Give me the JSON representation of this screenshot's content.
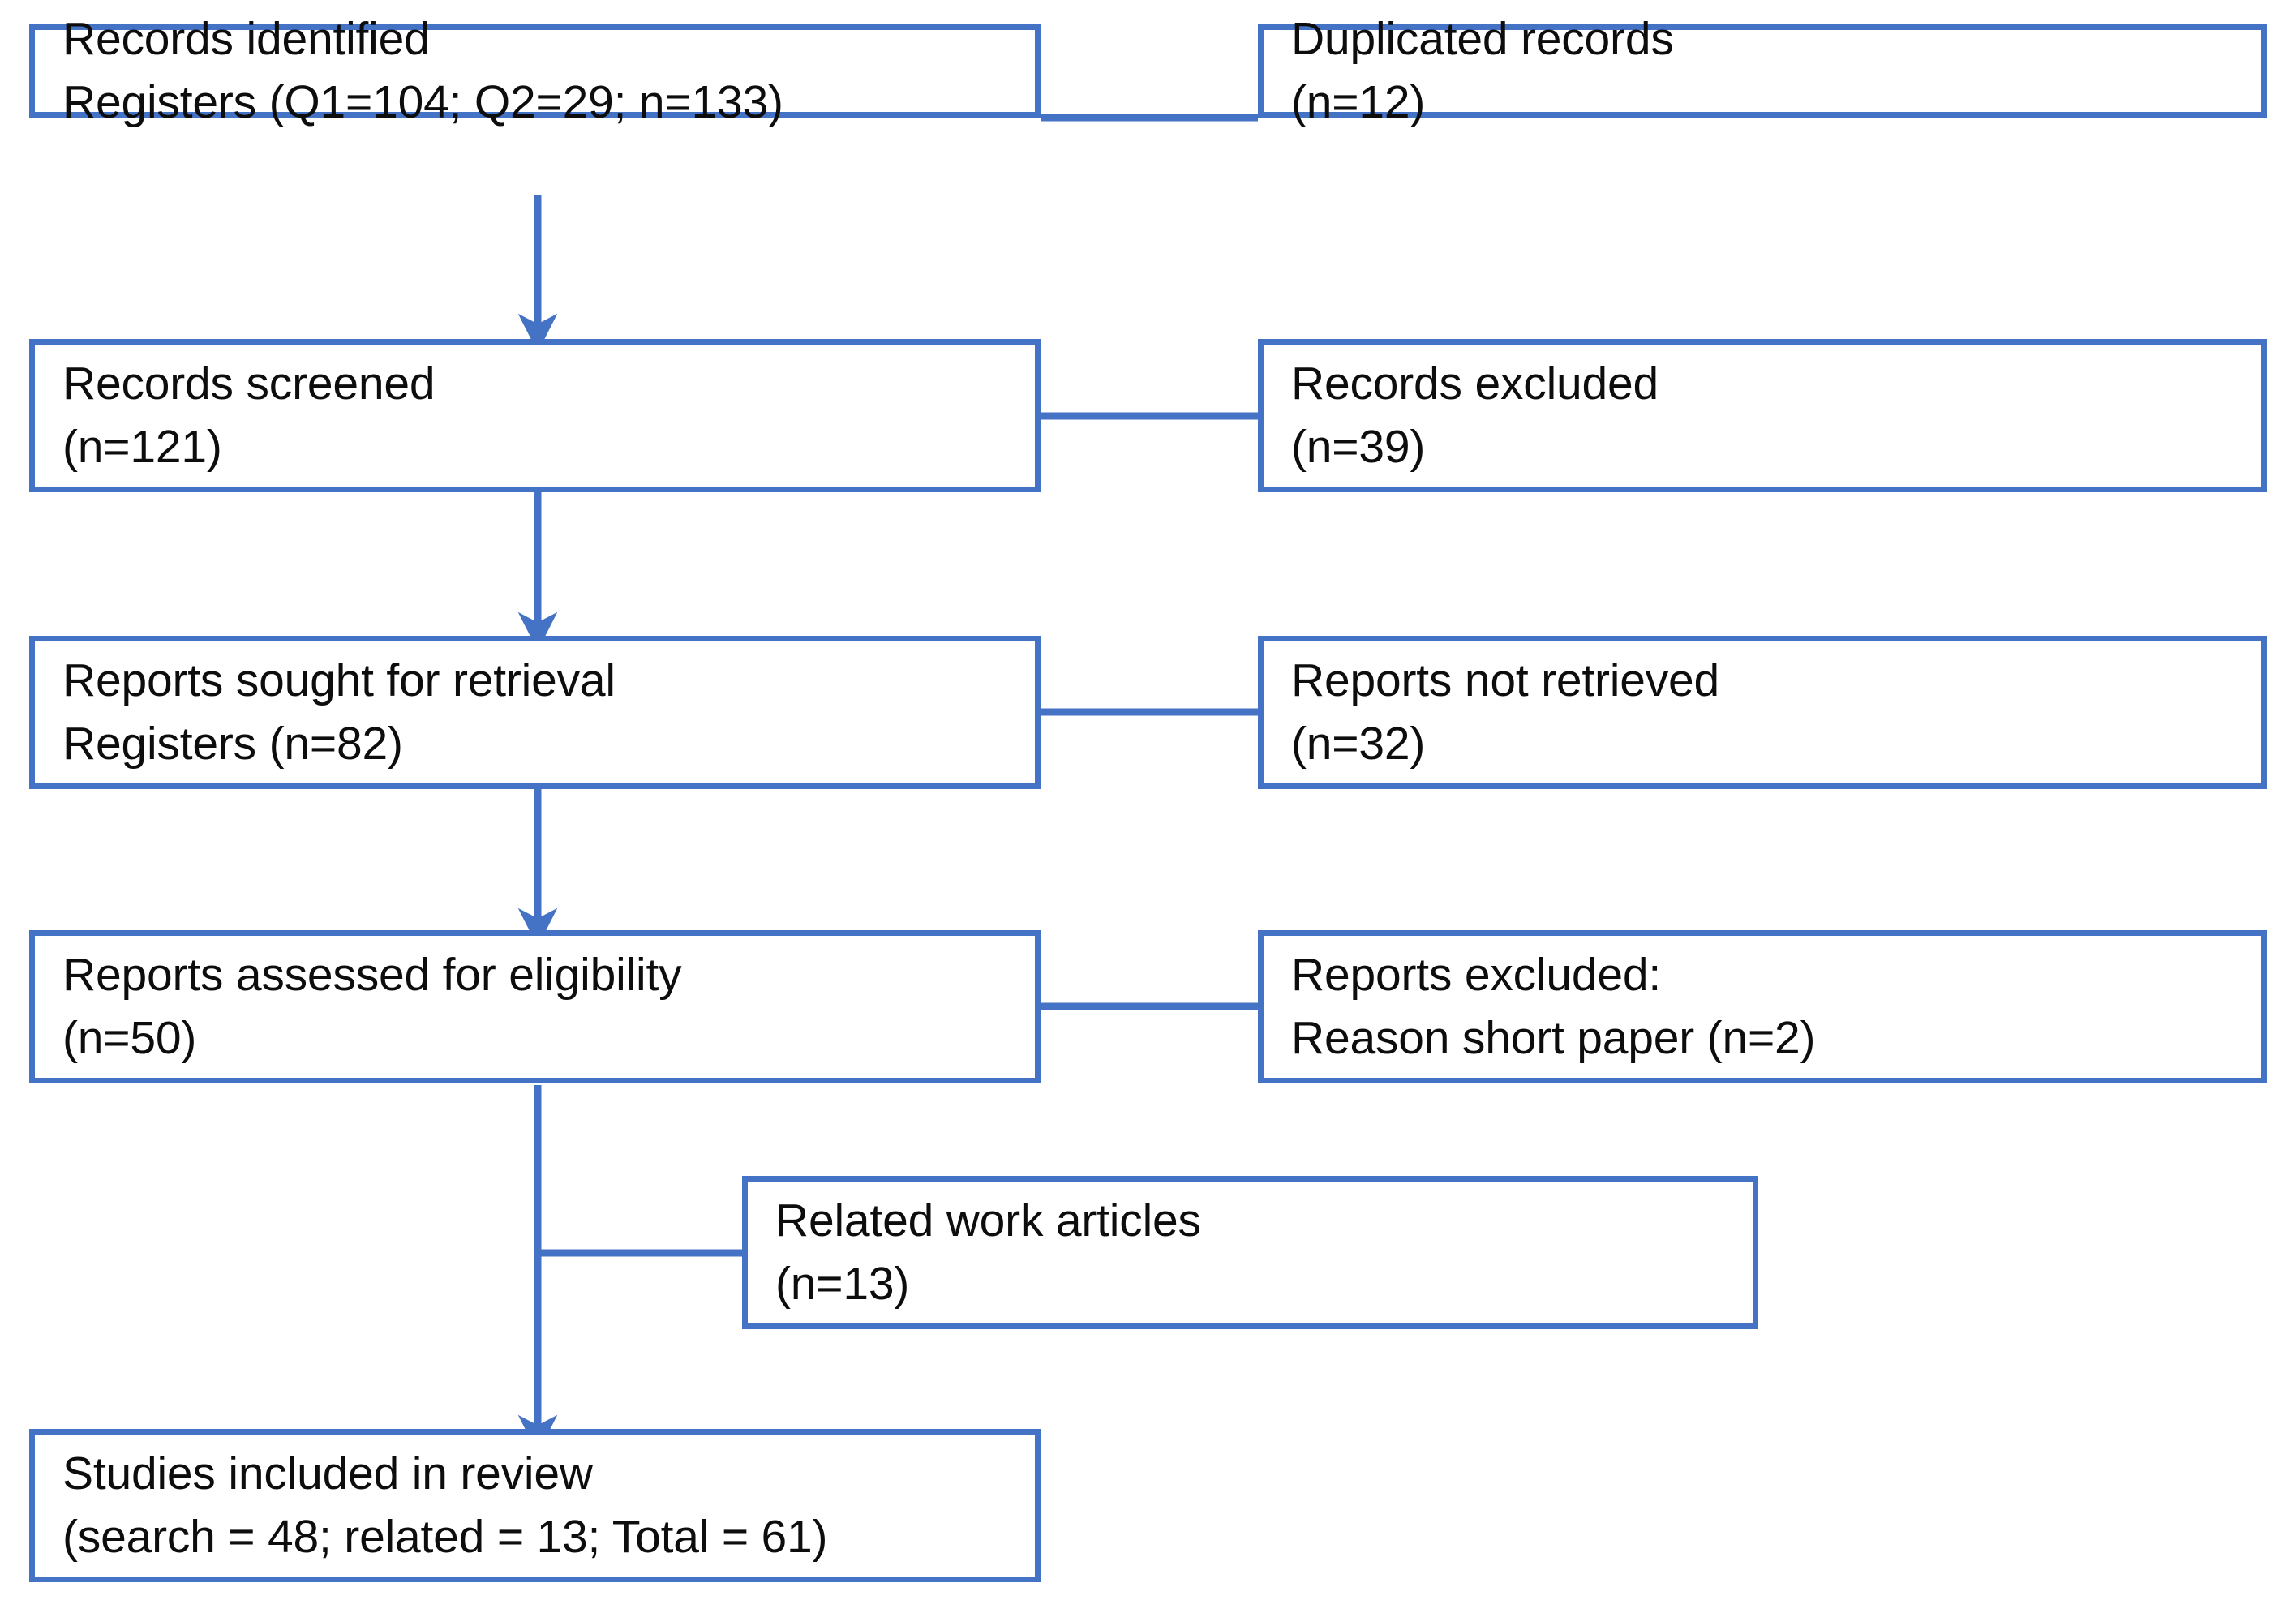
{
  "diagram": {
    "title": "PRISMA flow diagram",
    "accent_color": "#4472C4",
    "text_color": "#0D0D0D",
    "background_color": "#FFFFFF",
    "nodes": [
      {
        "id": "records-identified",
        "lines": [
          "Records identified",
          "Registers (Q1=104; Q2=29; n=133)"
        ]
      },
      {
        "id": "duplicated-records",
        "lines": [
          "Duplicated records",
          "(n=12)"
        ]
      },
      {
        "id": "records-screened",
        "lines": [
          "Records screened",
          "(n=121)"
        ]
      },
      {
        "id": "records-excluded",
        "lines": [
          "Records excluded",
          "(n=39)"
        ]
      },
      {
        "id": "reports-sought",
        "lines": [
          "Reports sought for retrieval",
          "Registers (n=82)"
        ]
      },
      {
        "id": "reports-not-retrieved",
        "lines": [
          "Reports not retrieved",
          "(n=32)"
        ]
      },
      {
        "id": "reports-assessed",
        "lines": [
          "Reports assessed for eligibility",
          "(n=50)"
        ]
      },
      {
        "id": "reports-excluded",
        "lines": [
          "Reports excluded:",
          "Reason short paper (n=2)"
        ]
      },
      {
        "id": "related-work",
        "lines": [
          "Related work articles",
          "(n=13)"
        ]
      },
      {
        "id": "studies-included",
        "lines": [
          "Studies included in review",
          "(search = 48; related = 13; Total = 61)"
        ]
      }
    ],
    "counts": {
      "registers_q1": 104,
      "registers_q2": 29,
      "records_identified_total": 133,
      "duplicated_records": 12,
      "records_screened": 121,
      "records_excluded": 39,
      "reports_sought": 82,
      "reports_not_retrieved": 32,
      "reports_assessed": 50,
      "reports_excluded_short_paper": 2,
      "related_work_articles": 13,
      "studies_included_search": 48,
      "studies_included_related": 13,
      "studies_included_total": 61
    }
  }
}
